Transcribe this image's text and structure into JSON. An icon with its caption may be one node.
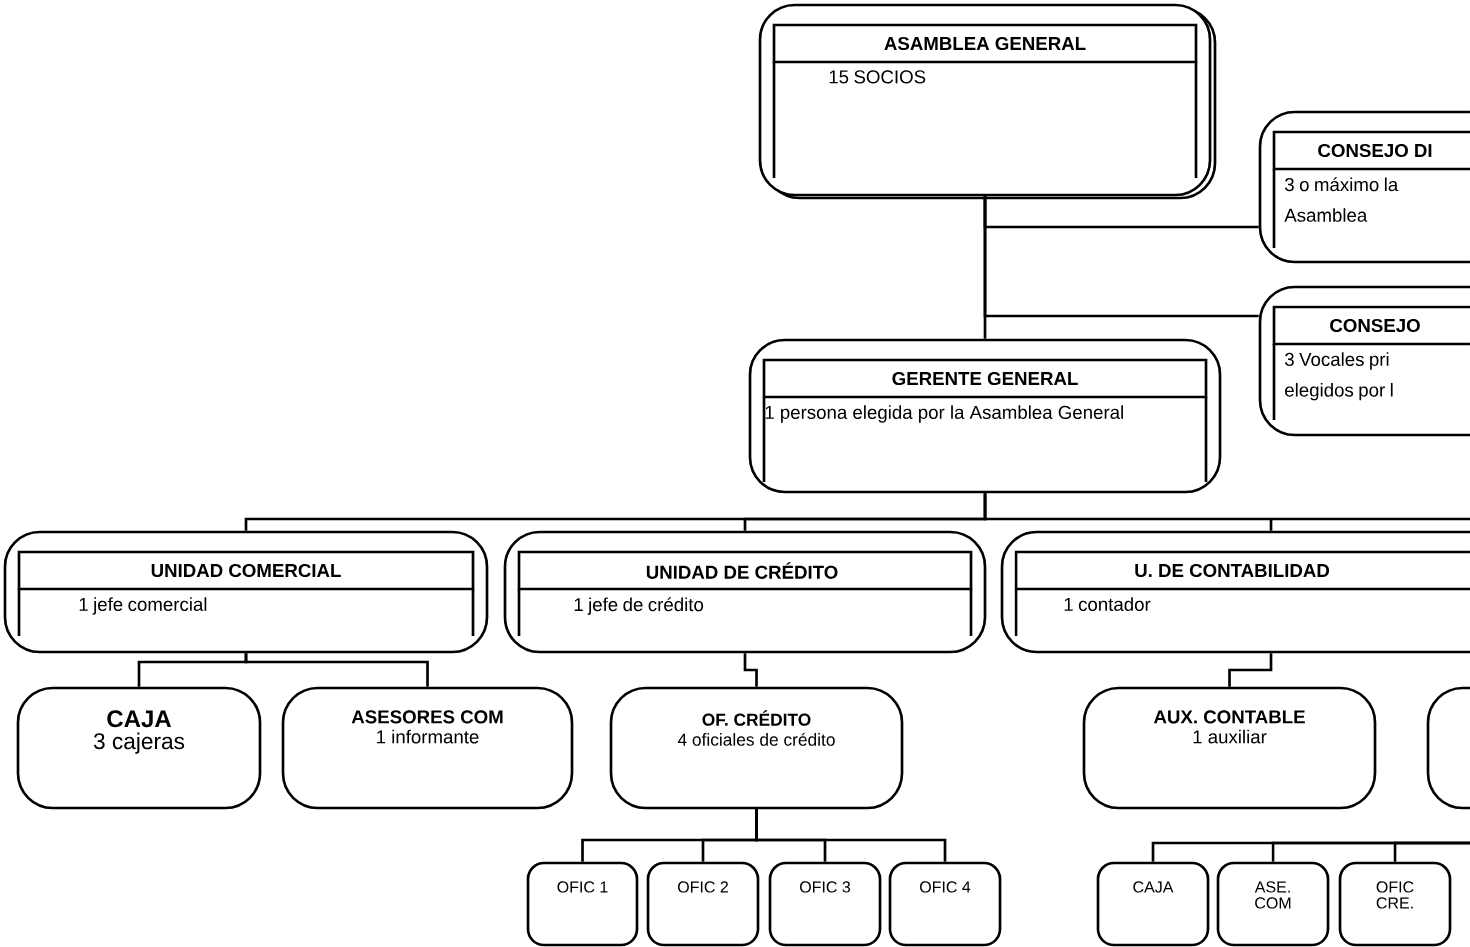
{
  "diagram": {
    "nodes": [
      {
        "text": [
          "ASAMBLEA GENERAL",
          "15 SOCIOS"
        ]
      },
      {
        "text": [
          "CONSEJO DI",
          "3 o máximo la Asamblea"
        ]
      },
      {
        "text": [
          "CONSEJO",
          "3 Vocales pri elegidos por l"
        ]
      },
      {
        "text": [
          "GERENTE GENERAL",
          "1 persona elegida por la Asamblea General"
        ]
      },
      {
        "text": [
          "UNIDAD COMERCIAL",
          "1  jefe comercial"
        ]
      },
      {
        "text": [
          "UNIDAD DE CRÉDITO",
          "1 jefe de crédito"
        ]
      },
      {
        "text": [
          "U. DE CONTABILIDAD",
          "1 contador"
        ]
      },
      {
        "text": [
          "CAJA",
          "3 cajeras"
        ]
      },
      {
        "text": [
          "ASESORES COM",
          "1 informante"
        ]
      },
      {
        "text": [
          "OF. CRÉDITO",
          "4 oficiales de crédito"
        ]
      },
      {
        "text": [
          "AUX. CONTABLE",
          "1 auxiliar"
        ]
      },
      {
        "text": [],
        "shape": "box"
      },
      {
        "text": [
          "OFIC 1"
        ]
      },
      {
        "text": [
          "OFIC 2"
        ]
      },
      {
        "text": [
          "OFIC 3"
        ]
      },
      {
        "text": [
          "OFIC 4"
        ]
      },
      {
        "text": [
          "CAJA"
        ]
      },
      {
        "text": [
          "ASE. COM"
        ]
      },
      {
        "text": [
          "OFIC CRE."
        ]
      }
    ],
    "edges": [
      {
        "from": 0,
        "to": 1,
        "arrow": "none"
      },
      {
        "from": 0,
        "to": 2,
        "arrow": "none"
      },
      {
        "from": 0,
        "to": 3,
        "arrow": "none"
      },
      {
        "from": 3,
        "to": 4,
        "arrow": "none"
      },
      {
        "from": 3,
        "to": 5,
        "arrow": "none"
      },
      {
        "from": 3,
        "to": 6,
        "arrow": "none"
      },
      {
        "from": 4,
        "to": 7,
        "arrow": "none"
      },
      {
        "from": 4,
        "to": 8,
        "arrow": "none"
      },
      {
        "from": 5,
        "to": 9,
        "arrow": "none"
      },
      {
        "from": 6,
        "to": 10,
        "arrow": "none"
      },
      {
        "from": 9,
        "to": 12,
        "arrow": "none"
      },
      {
        "from": 9,
        "to": 13,
        "arrow": "none"
      },
      {
        "from": 9,
        "to": 14,
        "arrow": "none"
      },
      {
        "from": 9,
        "to": 15,
        "arrow": "none"
      },
      {
        "from": null,
        "to": 16,
        "arrow": "none"
      },
      {
        "from": null,
        "to": 17,
        "arrow": "none"
      },
      {
        "from": null,
        "to": 18,
        "arrow": "none"
      }
    ]
  }
}
